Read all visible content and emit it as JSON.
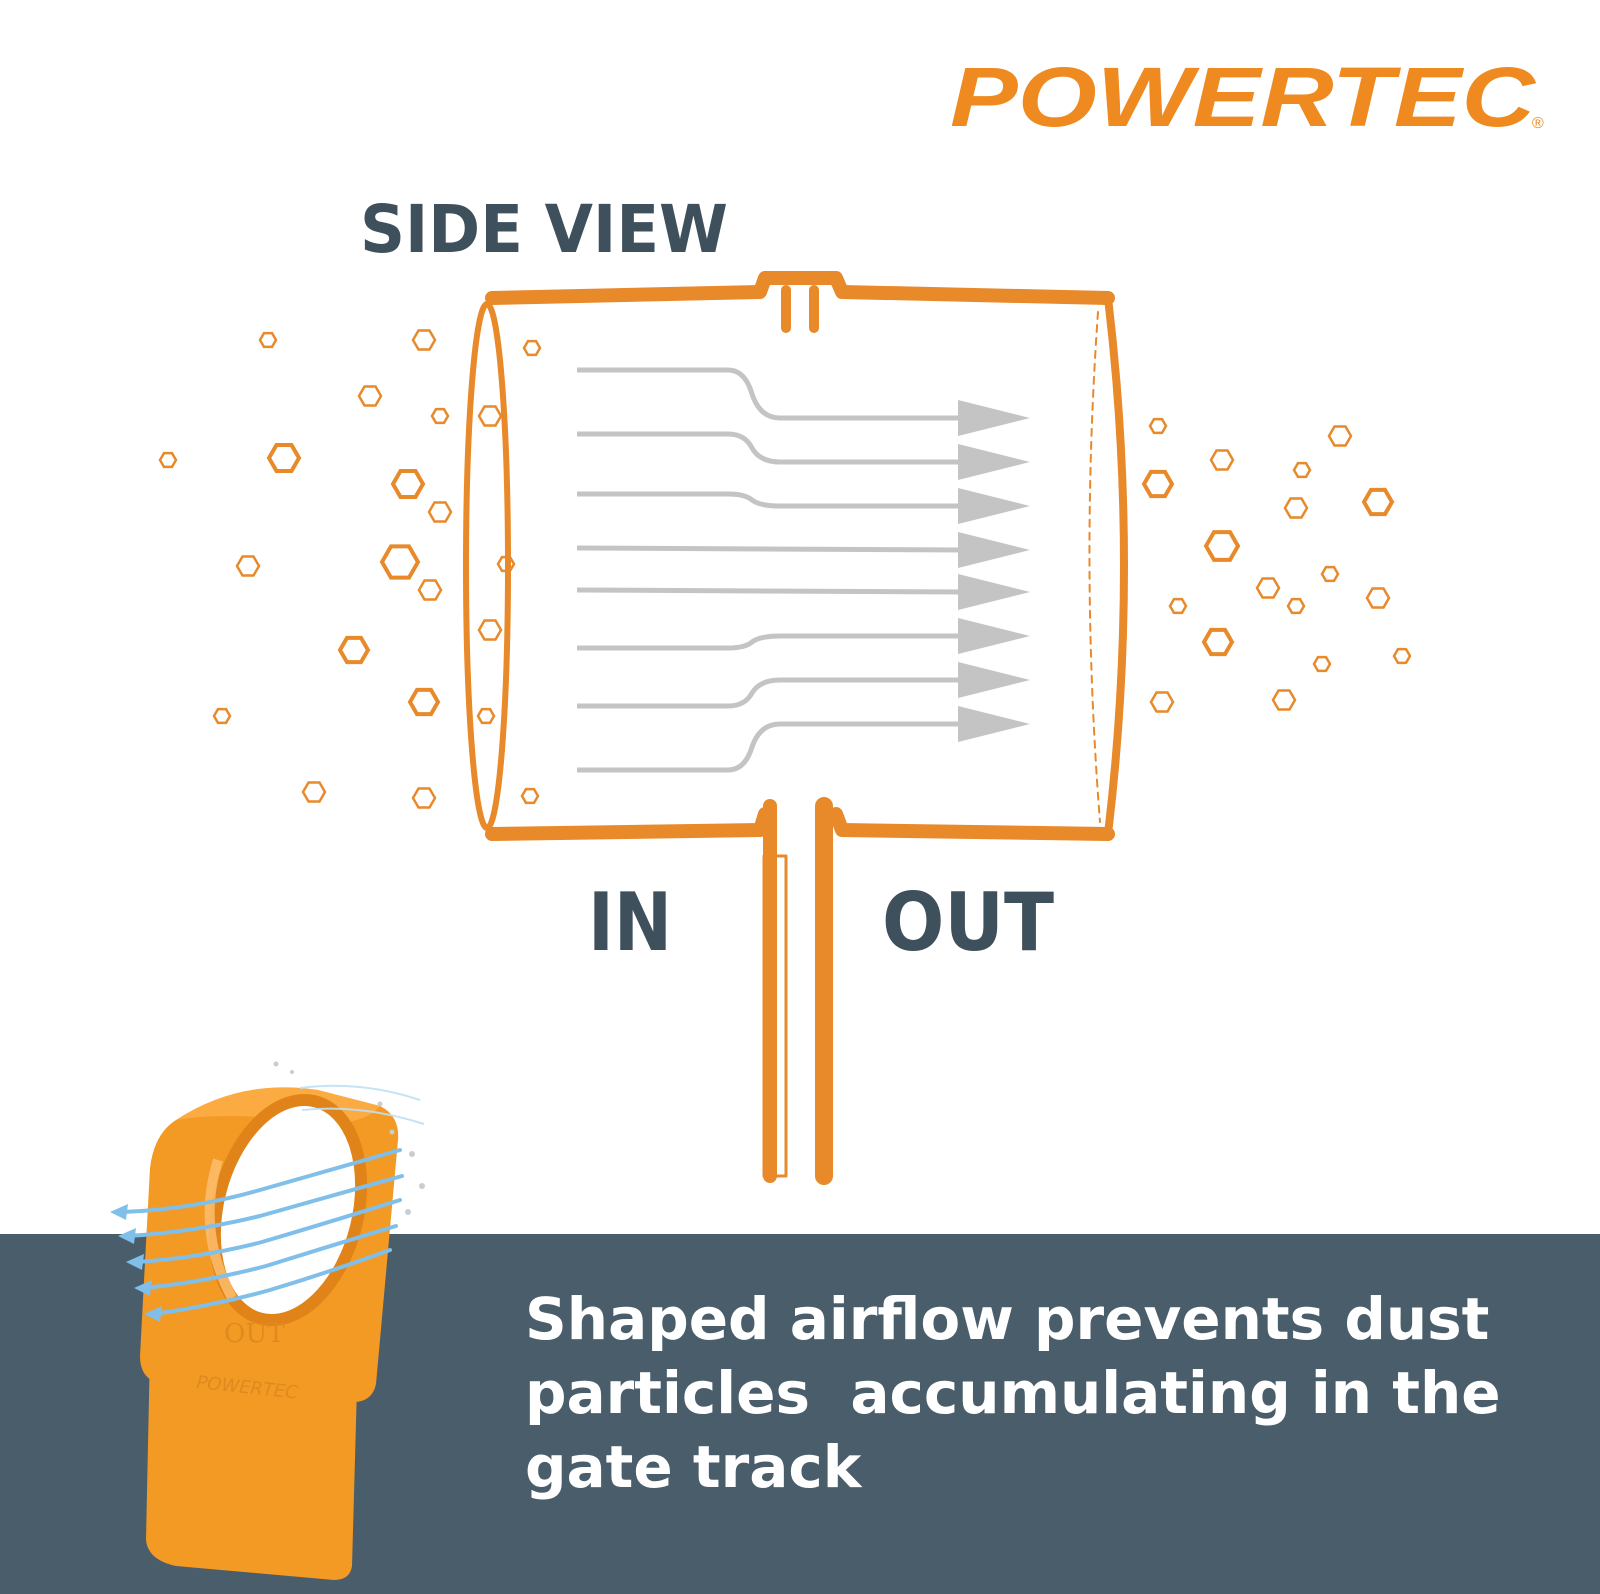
{
  "brand": {
    "logo_text": "POWERTEC",
    "registered_mark": "®",
    "color": "#ee8a1f"
  },
  "diagram": {
    "title": "SIDE VIEW",
    "in_label": "IN",
    "out_label": "OUT",
    "text_color": "#3f505d",
    "pipe_color": "#e8892a",
    "arrow_color": "#c4c4c4",
    "particle_color": "#e8892a"
  },
  "product": {
    "embossed_text": "OUT",
    "embossed_brand": "POWERTEC",
    "body_color": "#f39a25",
    "airflow_color": "#7fbfe9"
  },
  "caption": {
    "lines": [
      "Shaped airflow prevents dust",
      "particles  accumulating in the",
      "gate track"
    ],
    "band_color": "#4a5d6b"
  }
}
